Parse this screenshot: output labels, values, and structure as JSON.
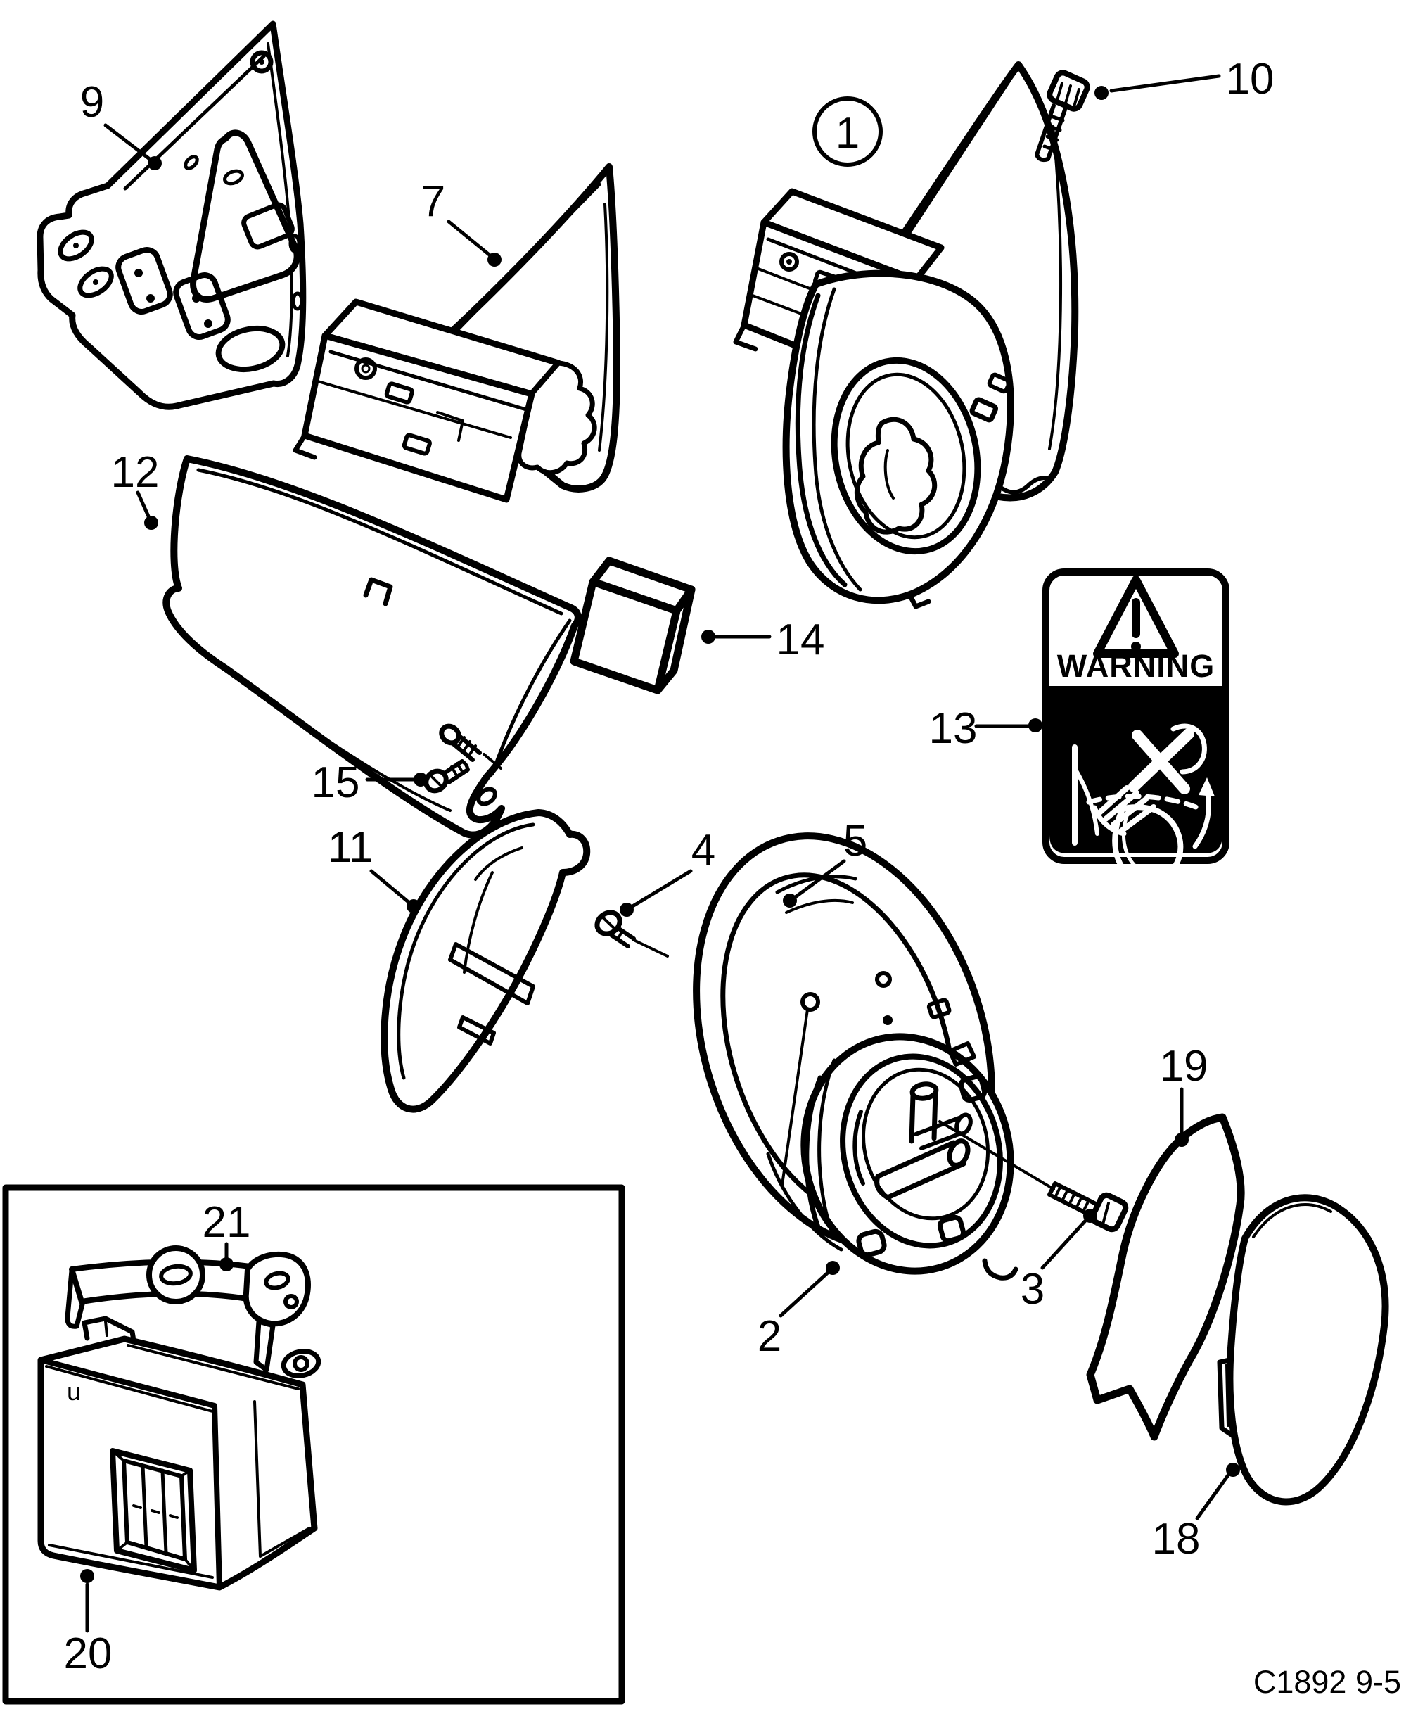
{
  "figure": {
    "code": "C1892 9-5"
  },
  "assembly": {
    "number": "1"
  },
  "callouts": [
    {
      "number": "9"
    },
    {
      "number": "7"
    },
    {
      "number": "10"
    },
    {
      "number": "12"
    },
    {
      "number": "14"
    },
    {
      "number": "15"
    },
    {
      "number": "13"
    },
    {
      "number": "11"
    },
    {
      "number": "4"
    },
    {
      "number": "5"
    },
    {
      "number": "19"
    },
    {
      "number": "3"
    },
    {
      "number": "2"
    },
    {
      "number": "18"
    },
    {
      "number": "21"
    },
    {
      "number": "20"
    }
  ],
  "warning_label": {
    "title": "WARNING"
  },
  "module": {
    "marking": "u"
  },
  "icons": {
    "warning": "warning-triangle-icon",
    "pictogram": "mirror-pinch-hazard-pictogram"
  },
  "colors": {
    "ink": "#000000",
    "paper": "#ffffff",
    "warning_panel_bg": "#000000",
    "warning_panel_fg": "#ffffff"
  }
}
